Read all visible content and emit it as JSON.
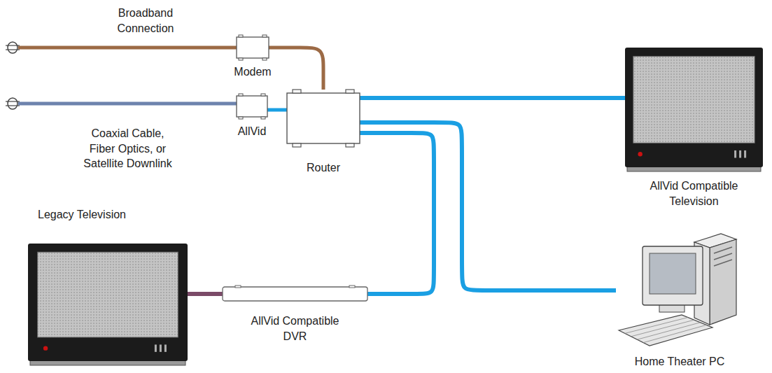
{
  "diagram": {
    "nodes": [
      {
        "text": [
          "Modem"
        ]
      },
      {
        "text": [
          "AllVid"
        ]
      },
      {
        "text": [
          "Router"
        ]
      },
      {
        "text": [
          "AllVid Compatible Television"
        ]
      },
      {
        "text": [
          "Legacy Television"
        ]
      },
      {
        "text": [
          "AllVid Compatible DVR"
        ]
      },
      {
        "text": [
          "Home Theater PC"
        ]
      }
    ],
    "edges": [
      {
        "from": 0,
        "to": 2,
        "arrow": "none"
      },
      {
        "from": 1,
        "to": 2,
        "arrow": "none"
      },
      {
        "from": 2,
        "to": 3,
        "arrow": "none"
      },
      {
        "from": 2,
        "to": 5,
        "arrow": "none"
      },
      {
        "from": 2,
        "to": 6,
        "arrow": "none"
      },
      {
        "from": 5,
        "to": 4,
        "arrow": "none"
      }
    ],
    "labels": [
      "Broadband Connection",
      "Coaxial Cable, Fiber Optics, or Satellite Downlink"
    ]
  }
}
